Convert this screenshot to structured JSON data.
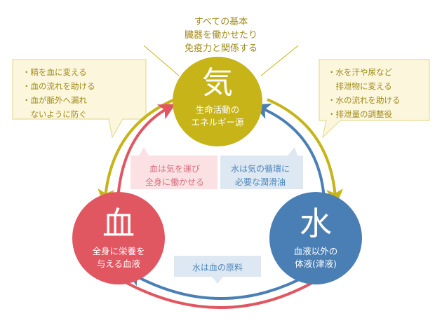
{
  "top_note": "すべての基本\n臓器を働かせたり\n免疫力と関係する",
  "nodes": {
    "ki": {
      "kanji": "気",
      "desc": "生命活動の\nエネルギー源"
    },
    "ketsu": {
      "kanji": "血",
      "desc": "全身に栄養を\n与える血液"
    },
    "sui": {
      "kanji": "水",
      "desc": "血液以外の\n体液(津液)"
    }
  },
  "left_note": "・精を血に変える\n・血の流れを助ける\n・血が脈外へ漏れ\n　ないように防ぐ",
  "right_note": "・水を汗や尿など\n　排泄物に変える\n・水の流れを助ける\n・排泄量の調整役",
  "pink_box": "血は気を運び\n全身に働かせる",
  "blue_box": "水は気の循環に\n必要な潤滑油",
  "bottom_box": "水は血の原料",
  "colors": {
    "ki": "#c6b418",
    "ketsu": "#e05762",
    "sui": "#4a7fb5",
    "note_bg": "#fbf6dc",
    "note_border": "#e7dc9a",
    "pink_bg": "#fbe1e4",
    "blue_bg": "#dde8f3"
  }
}
